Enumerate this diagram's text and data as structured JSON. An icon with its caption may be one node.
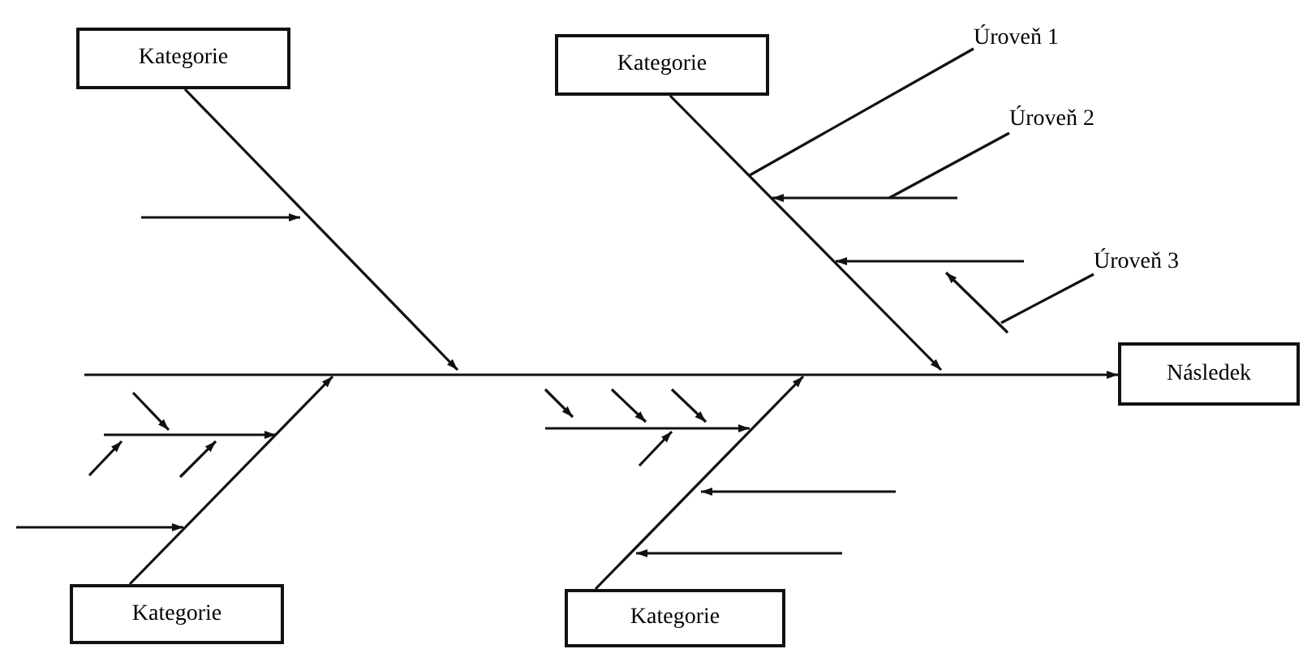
{
  "diagram": {
    "nodes": [
      {
        "text": [
          "Kategorie"
        ]
      },
      {
        "text": [
          "Kategorie"
        ]
      },
      {
        "text": [
          "Úroveň 1"
        ]
      },
      {
        "text": [
          "Úroveň 2"
        ]
      },
      {
        "text": [
          "Úroveň 3"
        ]
      },
      {
        "text": [
          "Následek"
        ]
      },
      {
        "text": [
          "Kategorie"
        ]
      },
      {
        "text": [
          "Kategorie"
        ]
      }
    ],
    "edges": [
      {
        "from": null,
        "to": 5,
        "arrow": "to"
      },
      {
        "from": 0,
        "to": null,
        "arrow": "to"
      },
      {
        "from": 1,
        "to": null,
        "arrow": "to"
      },
      {
        "from": 6,
        "to": null,
        "arrow": "to"
      },
      {
        "from": 7,
        "to": null,
        "arrow": "to"
      },
      {
        "from": 2,
        "to": null,
        "arrow": "none"
      },
      {
        "from": 3,
        "to": null,
        "arrow": "none"
      },
      {
        "from": 4,
        "to": null,
        "arrow": "none"
      }
    ]
  }
}
